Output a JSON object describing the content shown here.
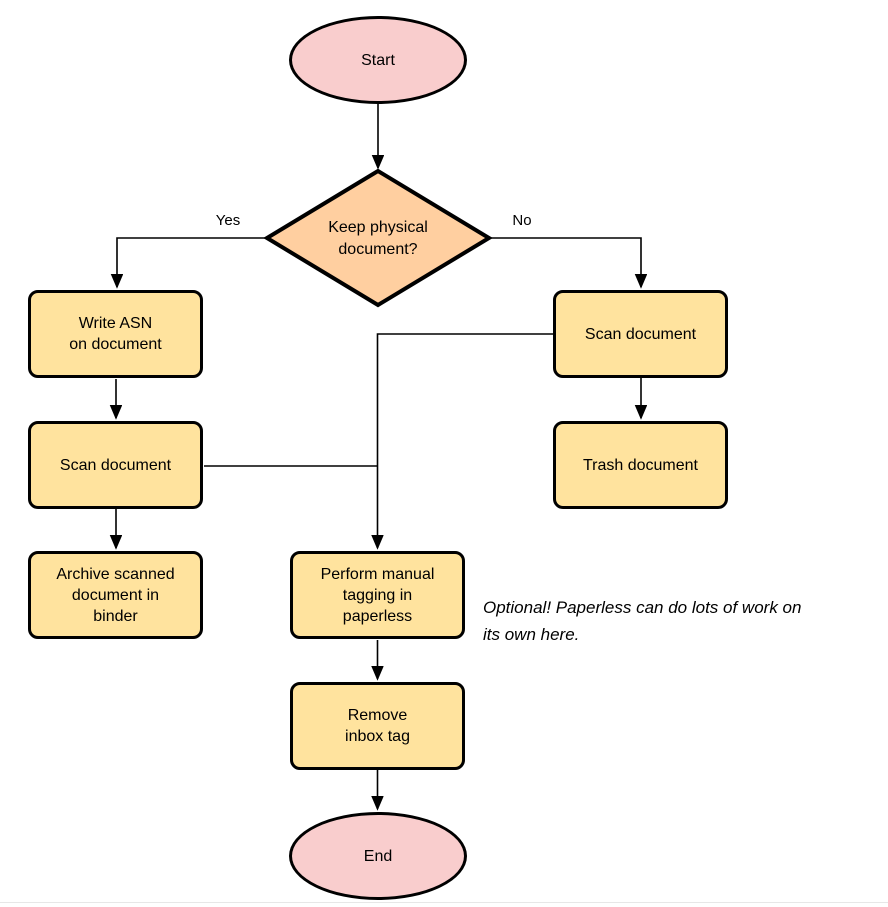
{
  "diagram": {
    "description": "Paperless document intake flowchart",
    "colors": {
      "terminal_fill": "#f9cdcd",
      "decision_fill": "#ffcfa0",
      "process_fill": "#ffe39e",
      "stroke": "#000000"
    },
    "nodes": {
      "start": {
        "label": "Start",
        "type": "terminal"
      },
      "decision": {
        "label": "Keep physical\ndocument?",
        "type": "decision"
      },
      "write_asn": {
        "label": "Write ASN\non document",
        "type": "process"
      },
      "scan_left": {
        "label": "Scan document",
        "type": "process"
      },
      "archive": {
        "label": "Archive scanned\ndocument in\nbinder",
        "type": "process"
      },
      "scan_right": {
        "label": "Scan document",
        "type": "process"
      },
      "trash": {
        "label": "Trash document",
        "type": "process"
      },
      "tagging": {
        "label": "Perform manual\ntagging in\npaperless",
        "type": "process"
      },
      "remove_inbox": {
        "label": "Remove\ninbox tag",
        "type": "process"
      },
      "end": {
        "label": "End",
        "type": "terminal"
      }
    },
    "edge_labels": {
      "yes": "Yes",
      "no": "No"
    },
    "note": "Optional! Paperless can do lots of work on\nits own here."
  }
}
